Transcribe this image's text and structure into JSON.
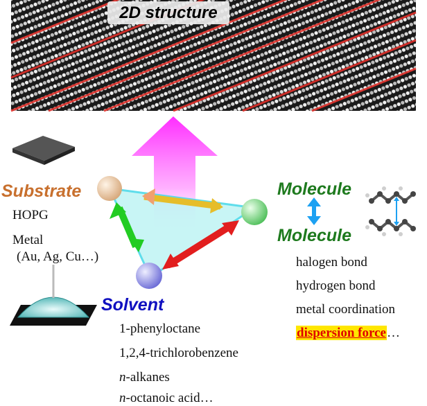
{
  "title": "2D structure",
  "substrate": {
    "heading": "Substrate",
    "items": [
      "HOPG",
      "Metal",
      "(Au, Ag, Cu…)"
    ]
  },
  "molecule": {
    "heading_top": "Molecule",
    "heading_bottom": "Molecule",
    "interactions": [
      "halogen bond",
      "hydrogen bond",
      "metal coordination"
    ],
    "highlight": "dispersion force",
    "highlight_suffix": "…"
  },
  "solvent": {
    "heading": "Solvent",
    "items": [
      "1-phenyloctane",
      "1,2,4-trichlorobenzene"
    ],
    "italic_items": [
      {
        "prefix": "n",
        "rest": "-alkanes"
      },
      {
        "prefix": "n",
        "rest": "-octanoic acid…"
      }
    ]
  },
  "colors": {
    "substrate": "#c8702e",
    "molecule": "#1e7a1e",
    "solvent": "#1010c0",
    "highlight_bg": "#ffe600",
    "highlight_text": "#e00000",
    "up_arrow": "#ff3dff"
  }
}
